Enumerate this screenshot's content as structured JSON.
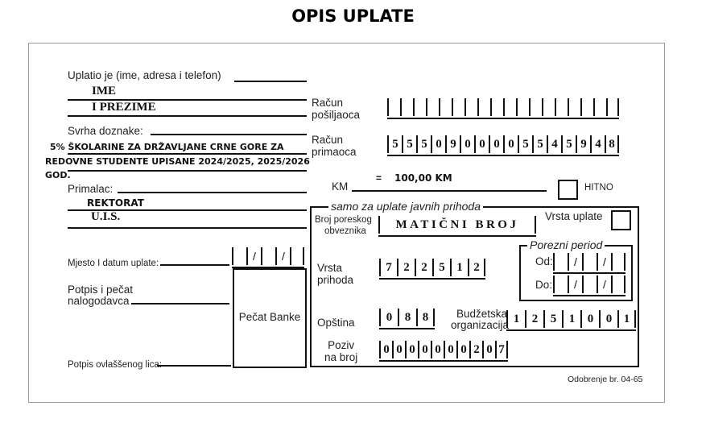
{
  "title": "OPIS UPLATE",
  "uplatio": {
    "label": "Uplatio je (ime, adresa i telefon)",
    "line1": "IME",
    "line2": "I PREZIME"
  },
  "svrha": {
    "label": "Svrha doznake:",
    "line1": "5% ŠKOLARINE ZA DRŽAVLJANE CRNE GORE ZA",
    "line2": "REDOVNE STUDENTE UPISANE 2024/2025, 2025/2026",
    "line3": "GOD."
  },
  "primalac": {
    "label": "Primalac:",
    "line1": "REKTORAT",
    "line2": "U.I.S."
  },
  "racun_posiljaoca": {
    "label1": "Račun",
    "label2": "pošiljaoca",
    "digits": [
      "",
      "",
      "",
      "",
      "",
      "",
      "",
      "",
      "",
      "",
      "",
      "",
      "",
      "",
      "",
      "",
      "",
      ""
    ]
  },
  "racun_primaoca": {
    "label1": "Račun",
    "label2": "primaoca",
    "digits": [
      "5",
      "5",
      "5",
      "0",
      "9",
      "0",
      "0",
      "0",
      "0",
      "5",
      "5",
      "4",
      "5",
      "9",
      "4",
      "8"
    ]
  },
  "iznos": {
    "currency": "KM",
    "equals": "=",
    "value": "100,00 KM"
  },
  "hitno": "HITNO",
  "javni_prihodi": {
    "header": "samo za uplate javnih prihoda",
    "poreski_label1": "Broj poreskog",
    "poreski_label2": "obveznika",
    "poreski_value": "MATIČNI BROJ",
    "vrsta_uplate": "Vrsta uplate",
    "vrsta_prihoda_label1": "Vrsta",
    "vrsta_prihoda_label2": "prihoda",
    "vrsta_prihoda_digits": [
      "7",
      "2",
      "2",
      "5",
      "1",
      "2"
    ],
    "porezni_period": "Porezni period",
    "od": "Od:",
    "do": "Do:",
    "opstina_label": "Opština",
    "opstina_digits": [
      "0",
      "8",
      "8"
    ],
    "budzetska_label1": "Budžetska",
    "budzetska_label2": "organizacija",
    "budzetska_digits": [
      "1",
      "2",
      "5",
      "1",
      "0",
      "0",
      "1"
    ],
    "poziv_label1": "Poziv",
    "poziv_label2": "na broj",
    "poziv_digits": [
      "0",
      "0",
      "0",
      "0",
      "0",
      "0",
      "0",
      "2",
      "0",
      "7"
    ]
  },
  "mjesto_datum": "Mjesto I datum uplate:",
  "date_sep": "/",
  "potpis_pecat_1": "Potpis i pečat",
  "potpis_pecat_2": "nalogodavca",
  "pecat_banke": "Pečat Banke",
  "potpis_ovlascenog": "Potpis ovlaššenog lica:",
  "odobrenje": "Odobrenje br. 04-65"
}
